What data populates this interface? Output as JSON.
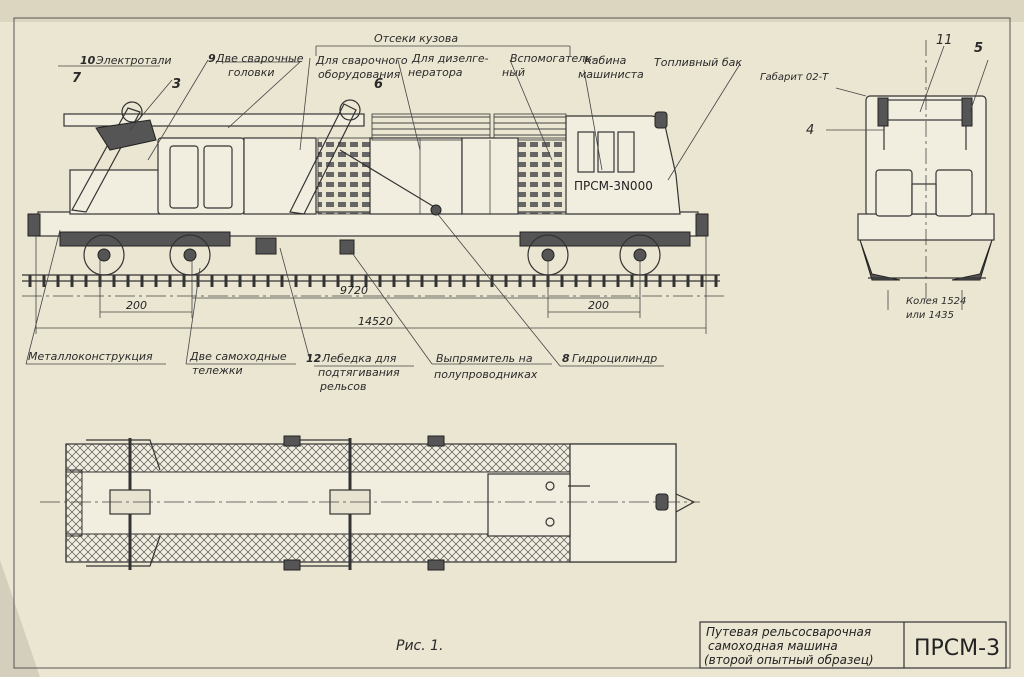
{
  "labels": {
    "compartments": "Отсеки кузова",
    "pantograph_lines": "Электротали",
    "pantograph_lines_num": "10",
    "welding_heads_num": "9",
    "welding_heads_1": "Две сварочные",
    "welding_heads_2": "головки",
    "welding_equipment_1": "Для сварочного",
    "welding_equipment_2": "оборудования",
    "diesel_gen_1": "Для дизелге-",
    "diesel_gen_2": "нератора",
    "auxiliary_1": "Вспомогатель-",
    "auxiliary_2": "ный",
    "cab_1": "Кабина",
    "cab_2": "машиниста",
    "fuel_tank": "Топливный бак",
    "gauge": "Габарит 02-Т",
    "callout_7": "7",
    "callout_3": "3",
    "callout_6": "6",
    "callout_11": "11",
    "callout_5": "5",
    "callout_4": "4",
    "loco_id": "ПРСМ-3N000",
    "dim_200_left": "200",
    "dim_9720": "9720",
    "dim_200_right": "200",
    "dim_14520": "14520",
    "track_gauge_1": "Колея 1524",
    "track_gauge_2": "или 1435",
    "metal_structure": "Металлоконструкция",
    "bogies_1": "Две самоходные",
    "bogies_2": "тележки",
    "winch_num": "12",
    "winch_1": "Лебедка для",
    "winch_2": "подтягивания",
    "winch_3": "рельсов",
    "rectifier_1": "Выпрямитель на",
    "rectifier_2": "полупроводниках",
    "cylinder_num": "8",
    "cylinder": "Гидроцилиндр",
    "figure": "Рис. 1."
  },
  "title_block": {
    "line1": "Путевая рельсосварочная",
    "line2": "самоходная машина",
    "line3": "(второй опытный образец)",
    "code": "ПРСМ-3"
  }
}
